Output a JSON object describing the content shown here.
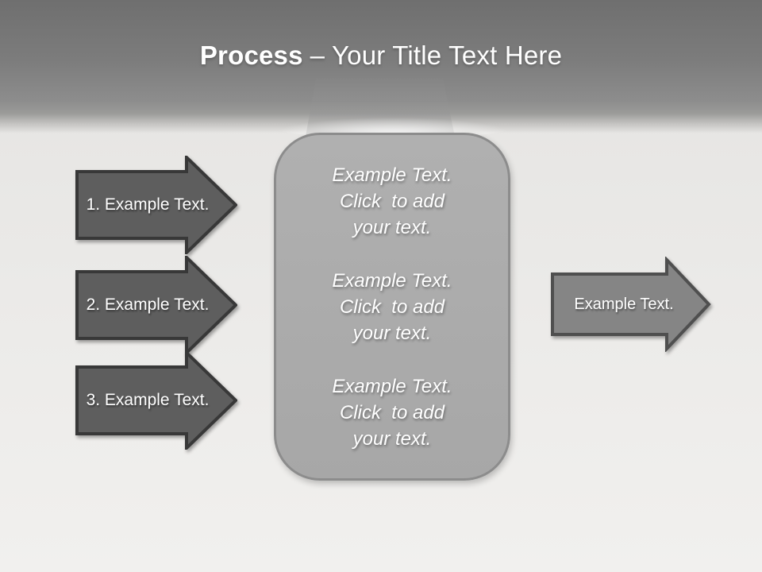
{
  "title": {
    "bold": "Process",
    "rest": "– Your Title Text Here"
  },
  "left_arrows": [
    {
      "label": "1. Example Text."
    },
    {
      "label": "2. Example Text."
    },
    {
      "label": "3. Example Text."
    }
  ],
  "center_box": {
    "blocks": [
      {
        "text": "Example Text.\nClick  to add\nyour text."
      },
      {
        "text": "Example Text.\nClick  to add\nyour text."
      },
      {
        "text": "Example Text.\nClick  to add\nyour text."
      }
    ]
  },
  "right_arrow": {
    "label": "Example Text."
  },
  "colors": {
    "header_top": "#6f6f6f",
    "header_mid": "#8d8d8d",
    "background": "#e9e8e6",
    "left_arrow_fill": "#5e5e5e",
    "left_arrow_border": "#383838",
    "right_arrow_fill": "#858585",
    "right_arrow_border": "#4f4f4f",
    "box_fill": "#ababab",
    "box_border": "#8c8c8c",
    "text": "#ffffff"
  }
}
